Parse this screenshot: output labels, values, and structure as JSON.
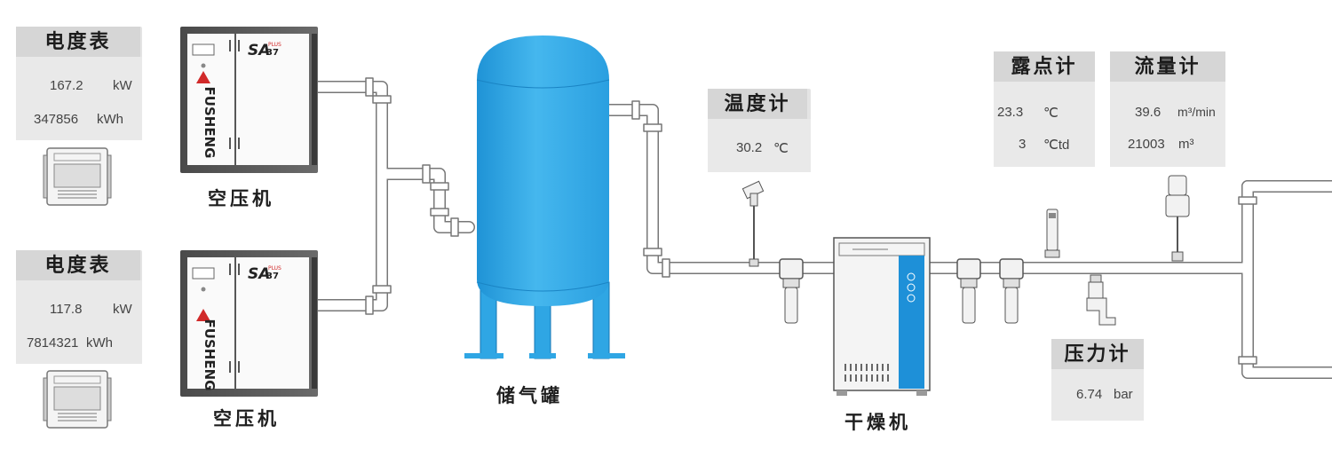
{
  "labels": {
    "compressor_1": "空压机",
    "compressor_2": "空压机",
    "tank": "储气罐",
    "dryer": "干燥机"
  },
  "compressor": {
    "brand": "FUSHENG",
    "model": "SA",
    "model_number": "37",
    "model_suffix": "PLUS"
  },
  "meters": {
    "power_1": {
      "title": "电度表",
      "power_value": "167.2",
      "power_unit": "kW",
      "energy_value": "347856",
      "energy_unit": "kWh"
    },
    "power_2": {
      "title": "电度表",
      "power_value": "117.8",
      "power_unit": "kW",
      "energy_value": "7814321",
      "energy_unit": "kWh"
    },
    "temperature": {
      "title": "温度计",
      "value": "30.2",
      "unit": "℃"
    },
    "dew_point": {
      "title": "露点计",
      "value": "23.3",
      "unit": "℃",
      "value2": "3",
      "unit2": "℃td"
    },
    "flow": {
      "title": "流量计",
      "value": "39.6",
      "unit": "m³/min",
      "value2": "21003",
      "unit2": "m³"
    },
    "pressure": {
      "title": "压力计",
      "value": "6.74",
      "unit": "bar"
    }
  },
  "colors": {
    "tank": "#2fa6e4",
    "dryer_accent": "#1e90d8",
    "cabinet": "#5a5a5a",
    "panel": "#e6e6e6",
    "brand_red": "#d12a2a"
  }
}
